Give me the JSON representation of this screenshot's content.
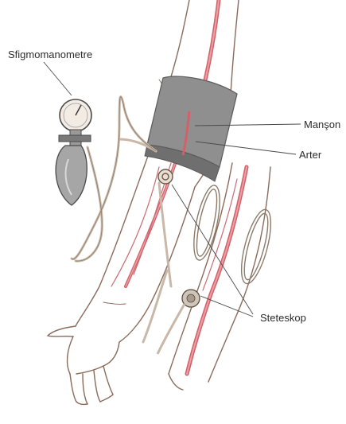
{
  "labels": {
    "sphygmomanometer": "Sfigmomanometre",
    "cuff": "Manşon",
    "artery": "Arter",
    "stethoscope": "Steteskop"
  },
  "colors": {
    "skin_outline": "#8a6a5a",
    "artery": "#d4606a",
    "artery_light": "#e9a1a4",
    "cuff": "#8f8f8f",
    "cuff_dark": "#6f6f6f",
    "tube": "#c9b8a8",
    "leader_line": "#4a4a4a"
  }
}
